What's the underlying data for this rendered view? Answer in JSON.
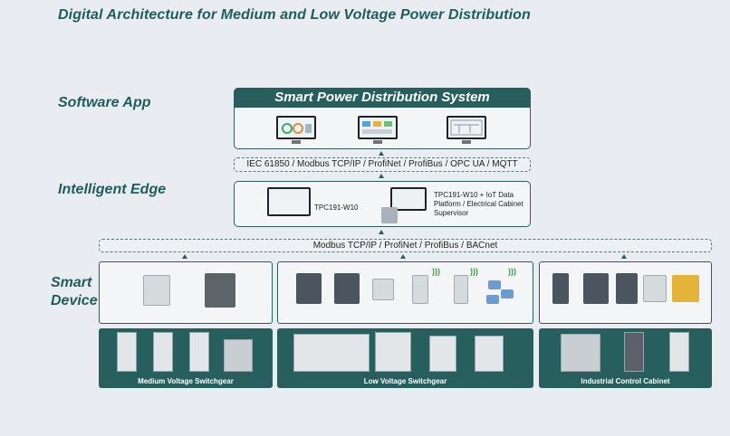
{
  "title": "Digital Architecture for Medium and Low Voltage Power Distribution",
  "layers": {
    "software": "Software App",
    "edge": "Intelligent Edge",
    "device_line1": "Smart",
    "device_line2": "Device"
  },
  "software_app": {
    "header": "Smart Power Distribution System"
  },
  "protocols": {
    "top": "IEC 61850 / Modbus TCP/IP / ProfiNet / ProfiBus / OPC UA / MQTT",
    "bottom": "Modbus TCP/IP / ProfiNet / ProfiBus / BACnet"
  },
  "edge": {
    "panel_label": "TPC191-W10",
    "platform_line1": "TPC191-W10 + IoT Data",
    "platform_line2": "Platform / Electrical Cabinet",
    "platform_line3": "Supervisor"
  },
  "cabinets": {
    "medium": "Medium Voltage Switchgear",
    "low": "Low Voltage Switchgear",
    "industrial": "Industrial Control Cabinet"
  },
  "colors": {
    "accent": "#275e5e",
    "background": "#e9edf2"
  }
}
